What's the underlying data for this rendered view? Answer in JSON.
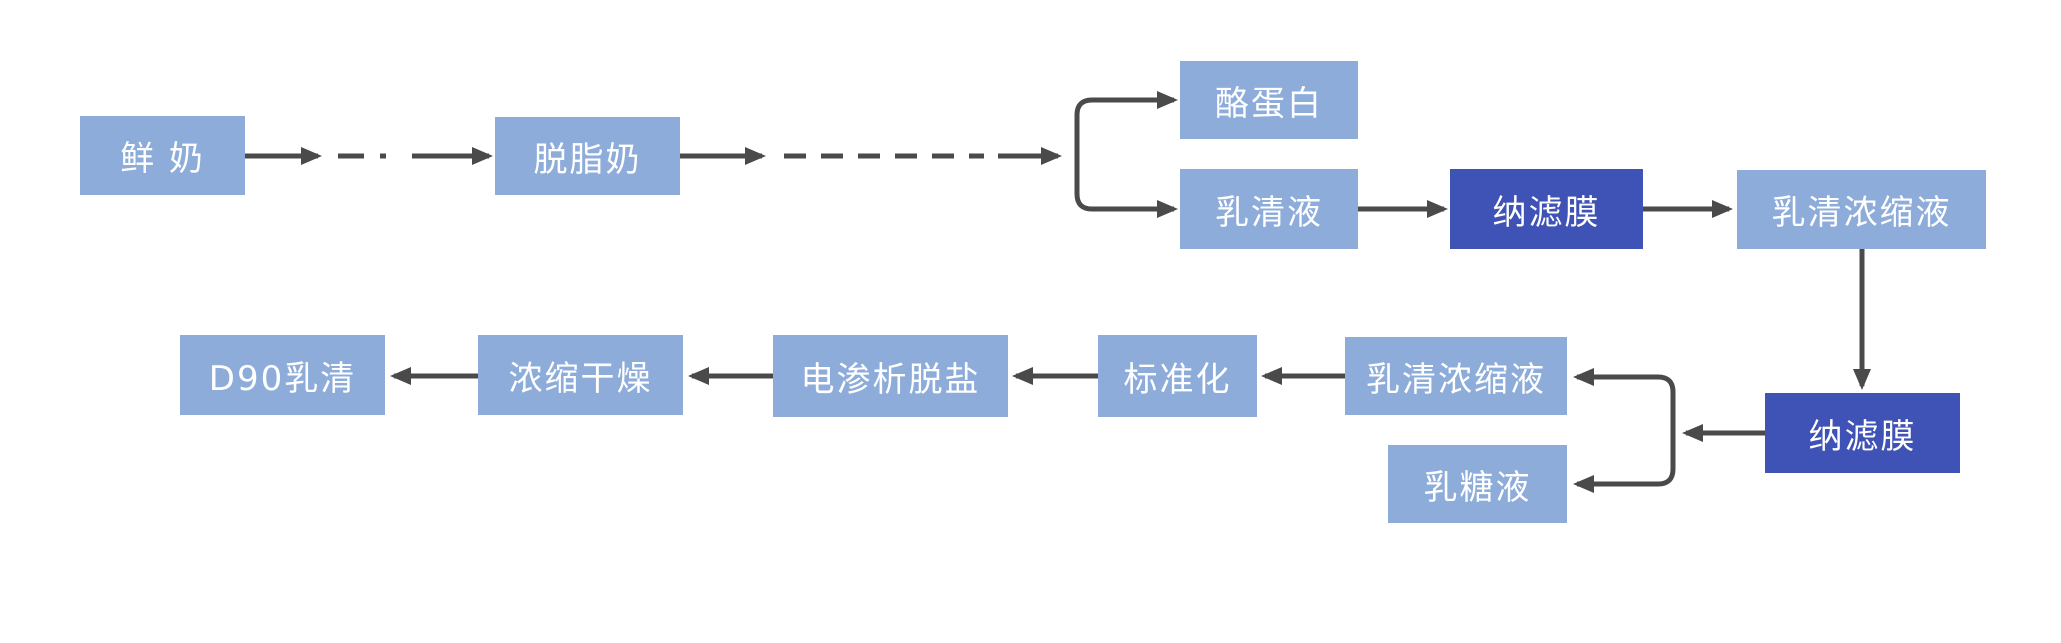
{
  "diagram": {
    "type": "flowchart",
    "description": "Whey / milk nanofiltration processing flow diagram",
    "colors": {
      "background": "#FFFFFF",
      "node_light": "#8DACD9",
      "node_dark": "#3F52B5",
      "connector": "#4A4A4A",
      "node_text": "#FFFFFF"
    },
    "nodes": [
      {
        "id": "fresh-milk",
        "label": "鲜 奶",
        "variant": "light"
      },
      {
        "id": "skim-milk",
        "label": "脱脂奶",
        "variant": "light"
      },
      {
        "id": "casein",
        "label": "酪蛋白",
        "variant": "light"
      },
      {
        "id": "whey-liquid",
        "label": "乳清液",
        "variant": "light"
      },
      {
        "id": "nanofiltration-membrane-1",
        "label": "纳滤膜",
        "variant": "dark"
      },
      {
        "id": "whey-concentrate-1",
        "label": "乳清浓缩液",
        "variant": "light"
      },
      {
        "id": "nanofiltration-membrane-2",
        "label": "纳滤膜",
        "variant": "dark"
      },
      {
        "id": "whey-concentrate-2",
        "label": "乳清浓缩液",
        "variant": "light"
      },
      {
        "id": "lactose-liquid",
        "label": "乳糖液",
        "variant": "light"
      },
      {
        "id": "standardization",
        "label": "标准化",
        "variant": "light"
      },
      {
        "id": "electrodialysis-desalting",
        "label": "电渗析脱盐",
        "variant": "light"
      },
      {
        "id": "concentration-drying",
        "label": "浓缩干燥",
        "variant": "light"
      },
      {
        "id": "d90-whey",
        "label": "D90乳清",
        "variant": "light"
      }
    ],
    "edges": [
      {
        "from": "fresh-milk",
        "to": "skim-milk",
        "style": "dash-dot-arrow"
      },
      {
        "from": "skim-milk",
        "to": "casein",
        "style": "dashed-arrow-split"
      },
      {
        "from": "skim-milk",
        "to": "whey-liquid",
        "style": "dashed-arrow-split"
      },
      {
        "from": "whey-liquid",
        "to": "nanofiltration-membrane-1",
        "style": "solid-arrow"
      },
      {
        "from": "nanofiltration-membrane-1",
        "to": "whey-concentrate-1",
        "style": "solid-arrow"
      },
      {
        "from": "whey-concentrate-1",
        "to": "nanofiltration-membrane-2",
        "style": "solid-arrow-down"
      },
      {
        "from": "nanofiltration-membrane-2",
        "to": "whey-concentrate-2",
        "style": "solid-arrow-split"
      },
      {
        "from": "nanofiltration-membrane-2",
        "to": "lactose-liquid",
        "style": "solid-arrow-split"
      },
      {
        "from": "whey-concentrate-2",
        "to": "standardization",
        "style": "solid-arrow"
      },
      {
        "from": "standardization",
        "to": "electrodialysis-desalting",
        "style": "solid-arrow"
      },
      {
        "from": "electrodialysis-desalting",
        "to": "concentration-drying",
        "style": "solid-arrow"
      },
      {
        "from": "concentration-drying",
        "to": "d90-whey",
        "style": "solid-arrow"
      }
    ]
  }
}
